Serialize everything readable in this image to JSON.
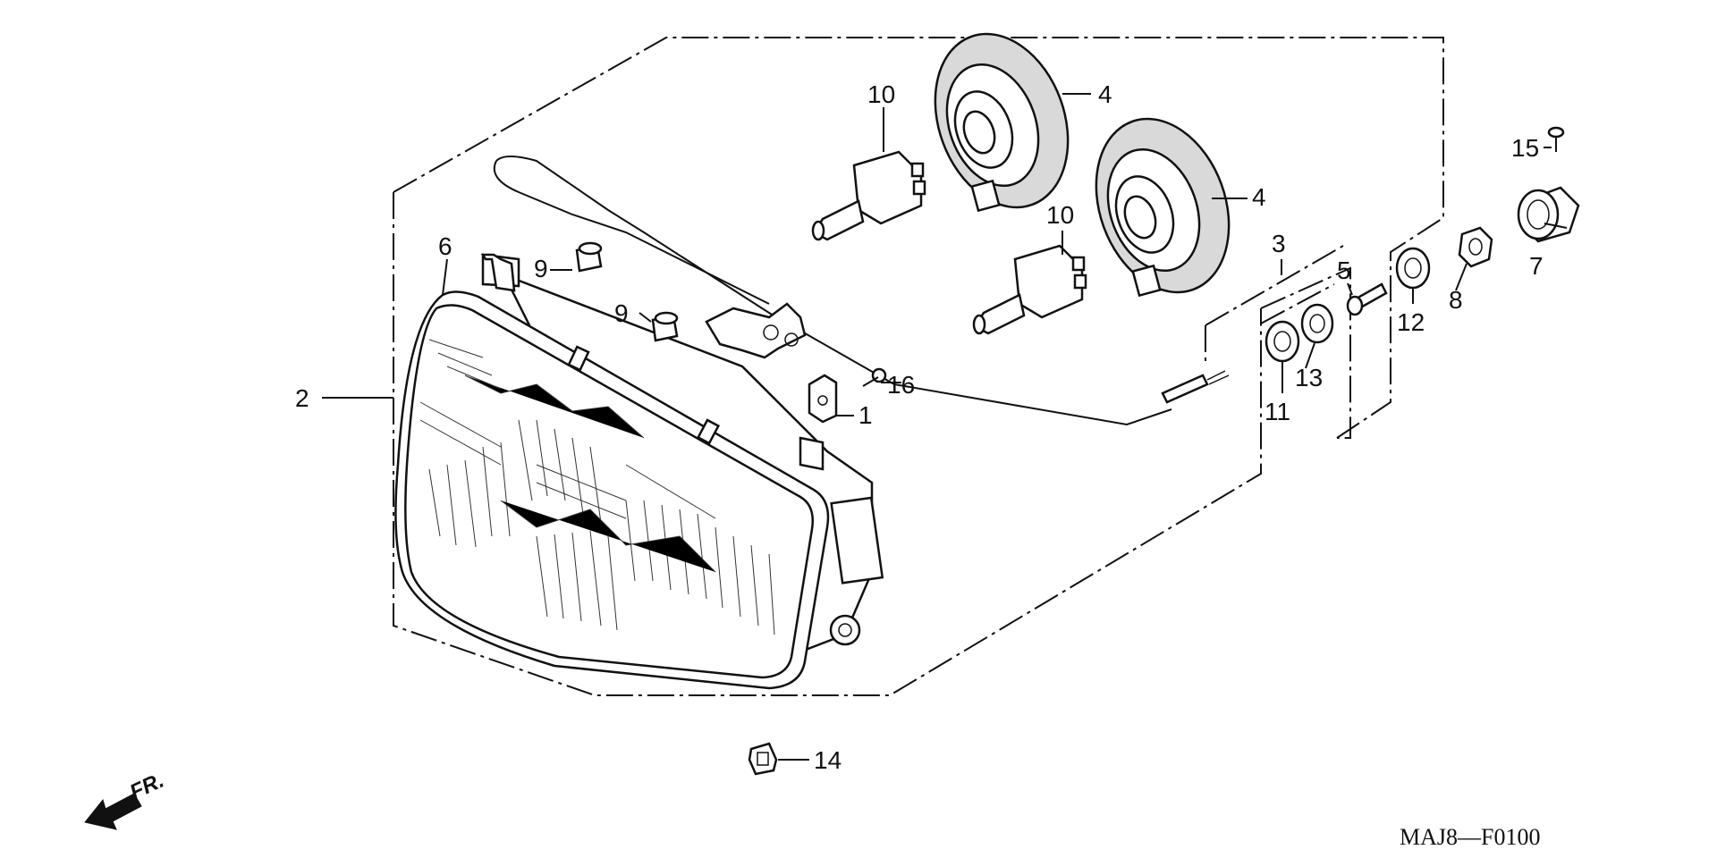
{
  "diagram": {
    "callouts": [
      {
        "id": "c1",
        "label": "1"
      },
      {
        "id": "c2",
        "label": "2"
      },
      {
        "id": "c3",
        "label": "3"
      },
      {
        "id": "c4a",
        "label": "4"
      },
      {
        "id": "c4b",
        "label": "4"
      },
      {
        "id": "c5",
        "label": "5"
      },
      {
        "id": "c6",
        "label": "6"
      },
      {
        "id": "c7",
        "label": "7"
      },
      {
        "id": "c8",
        "label": "8"
      },
      {
        "id": "c9a",
        "label": "9"
      },
      {
        "id": "c9b",
        "label": "9"
      },
      {
        "id": "c10a",
        "label": "10"
      },
      {
        "id": "c10b",
        "label": "10"
      },
      {
        "id": "c11",
        "label": "11"
      },
      {
        "id": "c12",
        "label": "12"
      },
      {
        "id": "c13",
        "label": "13"
      },
      {
        "id": "c14",
        "label": "14"
      },
      {
        "id": "c15",
        "label": "15"
      },
      {
        "id": "c16",
        "label": "16"
      }
    ],
    "front_indicator": "FR.",
    "diagram_code": "MAJ8—F0100"
  }
}
